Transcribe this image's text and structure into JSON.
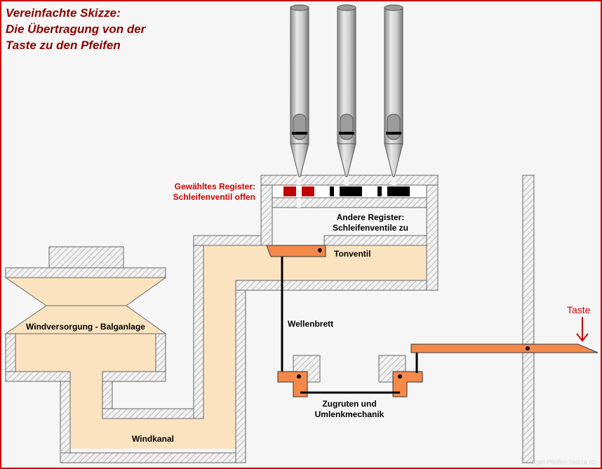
{
  "title": {
    "line1": "Vereinfachte Skizze:",
    "line2": "Die Übertragung von der",
    "line3": "Taste zu den Pfeifen"
  },
  "labels": {
    "selected_register_1": "Gewähltes Register:",
    "selected_register_2": "Schleifenventil offen",
    "other_registers_1": "Andere Register:",
    "other_registers_2": "Schleifenventile zu",
    "tonventil": "Tonventil",
    "wellenbrett": "Wellenbrett",
    "windversorgung": "Windversorgung - Balganlage",
    "windkanal": "Windkanal",
    "zugruten_1": "Zugruten und",
    "zugruten_2": "Umlenkmechanik",
    "taste": "Taste",
    "credit": "Orgel-Pfeifen-Skizze (c)"
  },
  "colors": {
    "frame": "#cc0000",
    "title": "#8b0000",
    "wind": "#fbe3c0",
    "mechanism": "#f4894a",
    "valve_open": "#c00000",
    "valve_closed": "#000000",
    "wall_hatch": "#c8c8c8"
  }
}
